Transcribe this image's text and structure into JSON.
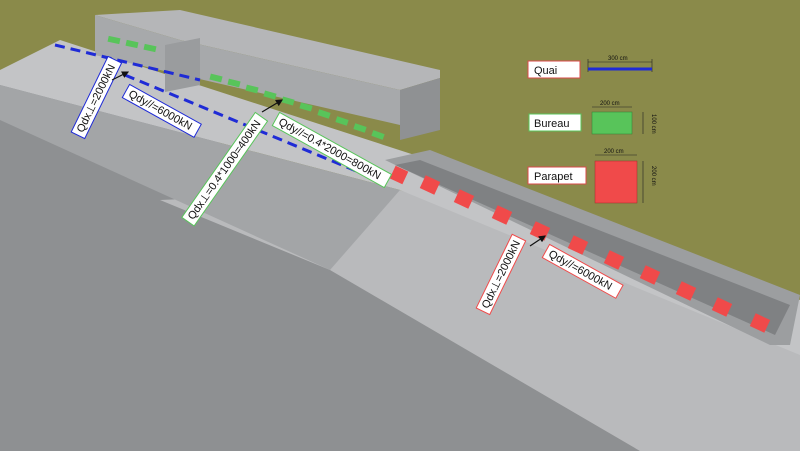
{
  "legend": {
    "quai": {
      "label": "Quai",
      "dimension": "300 cm",
      "color": "#1f2bd6"
    },
    "bureau": {
      "label": "Bureau",
      "width_dim": "200 cm",
      "height_dim": "100 cm",
      "color": "#58c45a"
    },
    "parapet": {
      "label": "Parapet",
      "width_dim": "200 cm",
      "height_dim": "200 cm",
      "color": "#f04a4a"
    }
  },
  "annotations": {
    "quai_qdx": "Qdx⊥=2000kN",
    "quai_qdy": "Qdy//=6000kN",
    "bureau_qdx": "Qdx⊥=0.4*1000=400kN",
    "bureau_qdy": "Qdy//=0.4*2000=800kN",
    "parapet_qdx": "Qdx⊥=2000kN",
    "parapet_qdy": "Qdy//=6000kN"
  },
  "colors": {
    "ground": "#8a8a4a",
    "structure_top": "#c8c9cb",
    "structure_side": "#8e9092",
    "structure_dark": "#6d6f72",
    "quai_line": "#1f2bd6",
    "bureau_block": "#58c45a",
    "parapet_block": "#f04a4a"
  }
}
